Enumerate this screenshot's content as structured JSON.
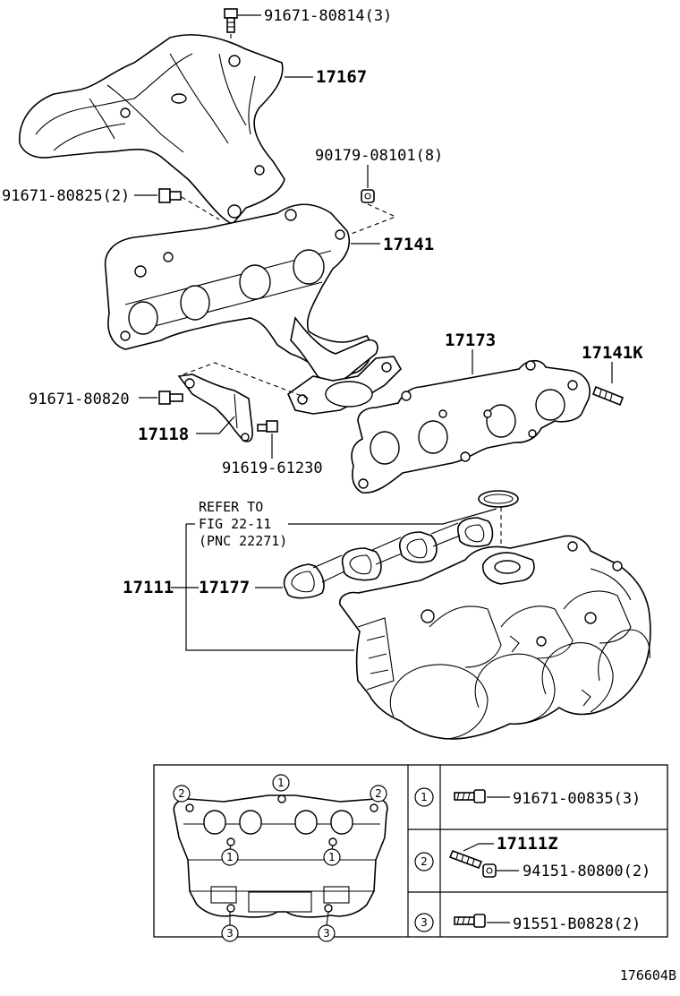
{
  "labels": {
    "p1": "91671-80814(3)",
    "p2": "17167",
    "p3": "90179-08101(8)",
    "p4": "91671-80825(2)",
    "p5": "17141",
    "p6": "17173",
    "p7": "17141K",
    "p8": "91671-80820",
    "p9": "17118",
    "p10": "91619-61230",
    "refer1": "REFER TO",
    "refer2": "FIG 22-11",
    "refer3": "(PNC 22271)",
    "p11": "17111",
    "p12": "17177",
    "figure_id": "176604B"
  },
  "legend": {
    "rows": [
      {
        "marker": "1",
        "part": "91671-00835(3)"
      },
      {
        "marker": "2",
        "part_a": "17111Z",
        "part_b": "94151-80800(2)"
      },
      {
        "marker": "3",
        "part": "91551-B0828(2)"
      }
    ]
  },
  "inset_markers": [
    "1",
    "2",
    "2",
    "1",
    "1",
    "3",
    "3"
  ]
}
